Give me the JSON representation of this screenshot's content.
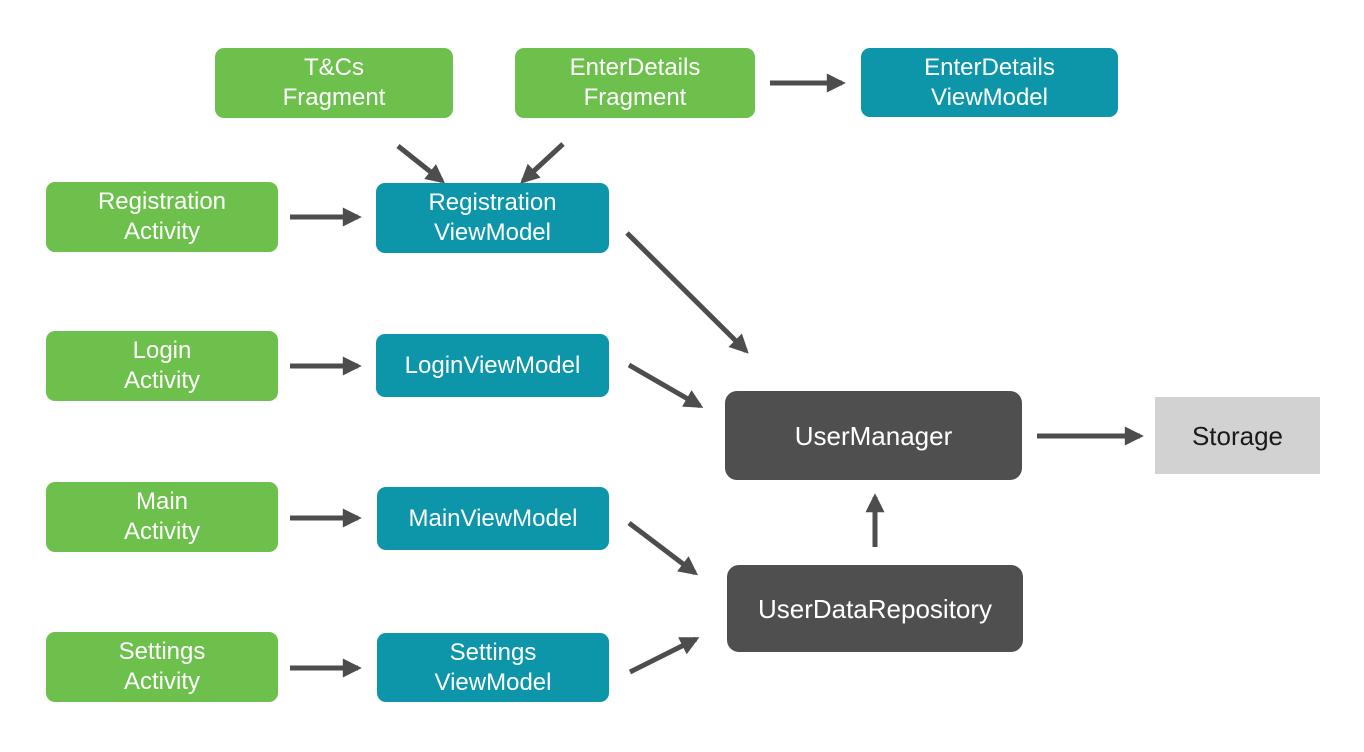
{
  "diagram": {
    "title": "Android app architecture: Activities/Fragments -> ViewModels -> UserManager/UserDataRepository -> Storage",
    "colors": {
      "background": "#FFFFFF",
      "activity_fragment_green": "#6EC04D",
      "viewmodel_teal": "#0D95A9",
      "manager_dark_gray": "#4F4F4F",
      "storage_light_gray": "#D2D2D2",
      "arrow_gray": "#4D4D4D",
      "text_on_color": "#FFFFFF",
      "text_on_storage": "#1A1A1A"
    },
    "nodes": {
      "tcs_fragment": {
        "lines": [
          "T&Cs",
          "Fragment"
        ]
      },
      "enterdetails_fragment": {
        "lines": [
          "EnterDetails",
          "Fragment"
        ]
      },
      "enterdetails_viewmodel": {
        "lines": [
          "EnterDetails",
          "ViewModel"
        ]
      },
      "registration_activity": {
        "lines": [
          "Registration",
          "Activity"
        ]
      },
      "registration_viewmodel": {
        "lines": [
          "Registration",
          "ViewModel"
        ]
      },
      "login_activity": {
        "lines": [
          "Login",
          "Activity"
        ]
      },
      "login_viewmodel": {
        "lines": [
          "LoginViewModel"
        ]
      },
      "main_activity": {
        "lines": [
          "Main",
          "Activity"
        ]
      },
      "main_viewmodel": {
        "lines": [
          "MainViewModel"
        ]
      },
      "settings_activity": {
        "lines": [
          "Settings",
          "Activity"
        ]
      },
      "settings_viewmodel": {
        "lines": [
          "Settings",
          "ViewModel"
        ]
      },
      "user_manager": {
        "lines": [
          "UserManager"
        ]
      },
      "user_data_repository": {
        "lines": [
          "UserDataRepository"
        ]
      },
      "storage": {
        "lines": [
          "Storage"
        ]
      }
    },
    "edges": [
      {
        "from": "tcs_fragment",
        "to": "registration_viewmodel"
      },
      {
        "from": "enterdetails_fragment",
        "to": "registration_viewmodel"
      },
      {
        "from": "enterdetails_fragment",
        "to": "enterdetails_viewmodel"
      },
      {
        "from": "registration_activity",
        "to": "registration_viewmodel"
      },
      {
        "from": "login_activity",
        "to": "login_viewmodel"
      },
      {
        "from": "main_activity",
        "to": "main_viewmodel"
      },
      {
        "from": "settings_activity",
        "to": "settings_viewmodel"
      },
      {
        "from": "registration_viewmodel",
        "to": "user_manager"
      },
      {
        "from": "login_viewmodel",
        "to": "user_manager"
      },
      {
        "from": "main_viewmodel",
        "to": "user_data_repository"
      },
      {
        "from": "settings_viewmodel",
        "to": "user_data_repository"
      },
      {
        "from": "user_data_repository",
        "to": "user_manager"
      },
      {
        "from": "user_manager",
        "to": "storage"
      }
    ]
  }
}
